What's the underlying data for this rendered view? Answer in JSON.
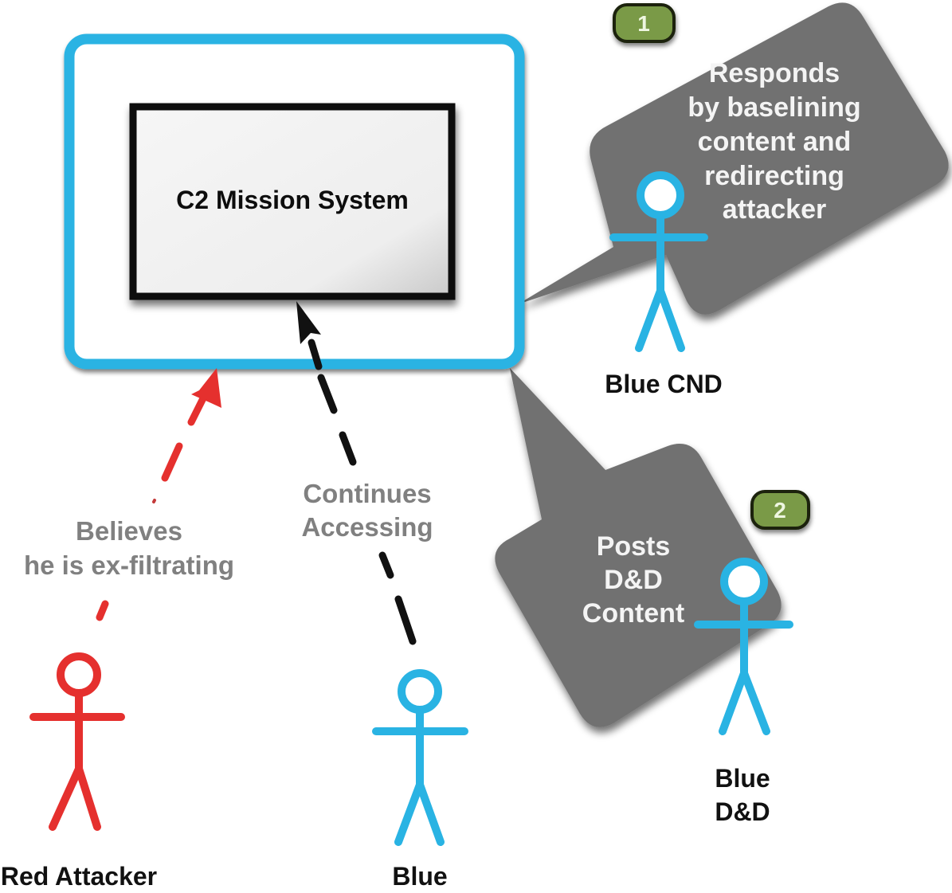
{
  "diagram": {
    "system_box": {
      "label": "C2 Mission System"
    },
    "colors": {
      "outer_frame": "#29b3e3",
      "blue_actor": "#29b3e3",
      "red_actor": "#e5302e",
      "callout": "#717171",
      "badge": "#7a9a46",
      "annotation_text": "#808080"
    },
    "actors": [
      {
        "id": "red-attacker",
        "label": "Red Attacker",
        "color": "#e5302e"
      },
      {
        "id": "blue",
        "label": "Blue",
        "color": "#29b3e3"
      },
      {
        "id": "blue-cnd",
        "label": "Blue CND",
        "color": "#29b3e3"
      },
      {
        "id": "blue-dd",
        "label_lines": [
          "Blue",
          "D&D"
        ],
        "color": "#29b3e3"
      }
    ],
    "arrows": [
      {
        "id": "red-arrow",
        "from": "Red Attacker",
        "to": "C2 Mission System outer frame",
        "style": "dashed",
        "color": "#e5302e",
        "label_lines": [
          "Believes",
          "he is ex-filtrating"
        ]
      },
      {
        "id": "blue-arrow",
        "from": "Blue",
        "to": "C2 Mission System",
        "style": "dashed",
        "color": "#111111",
        "label_lines": [
          "Continues",
          "Accessing"
        ]
      }
    ],
    "callouts": [
      {
        "id": "callout-1",
        "badge": "1",
        "lines": [
          "Responds",
          "by baselining",
          "content and",
          "redirecting",
          "attacker"
        ]
      },
      {
        "id": "callout-2",
        "badge": "2",
        "lines": [
          "Posts",
          "D&D",
          "Content"
        ]
      }
    ]
  }
}
